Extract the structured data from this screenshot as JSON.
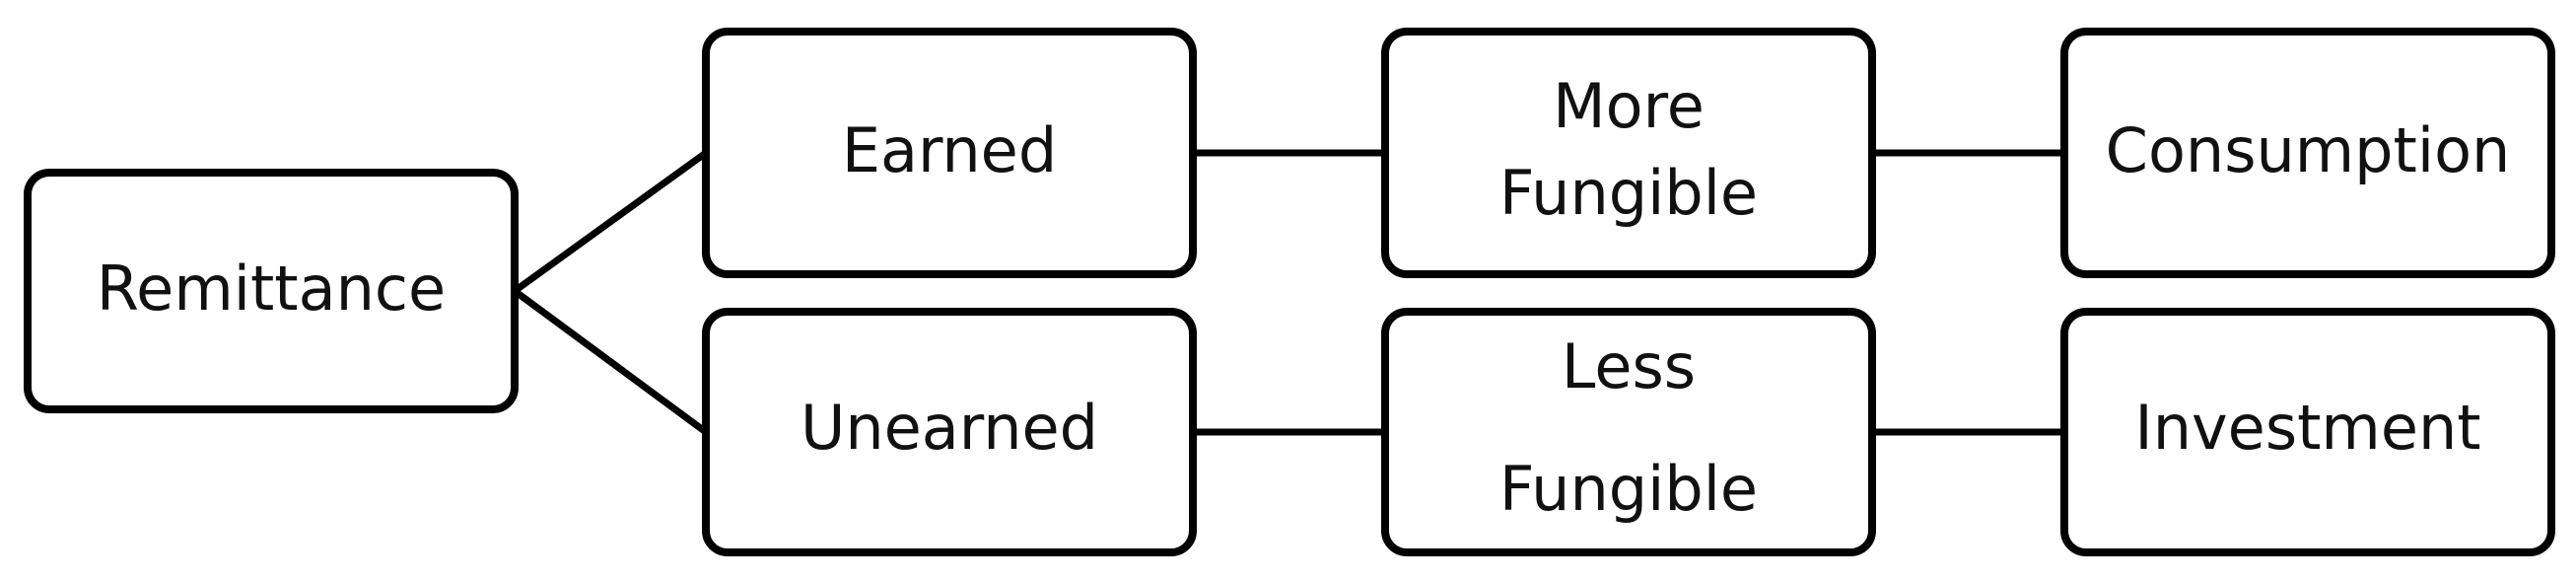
{
  "nodes": {
    "remittance": {
      "lines": [
        "Remittance"
      ]
    },
    "earned": {
      "lines": [
        "Earned"
      ]
    },
    "unearned": {
      "lines": [
        "Unearned"
      ]
    },
    "more_fungible": {
      "lines": [
        "More",
        "Fungible"
      ]
    },
    "less_fungible": {
      "lines": [
        "Less",
        "Fungible"
      ]
    },
    "consumption": {
      "lines": [
        "Consumption"
      ]
    },
    "investment": {
      "lines": [
        "Investment"
      ]
    }
  },
  "edges": [
    {
      "from": "remittance",
      "to": "earned"
    },
    {
      "from": "remittance",
      "to": "unearned"
    },
    {
      "from": "earned",
      "to": "more_fungible"
    },
    {
      "from": "unearned",
      "to": "less_fungible"
    },
    {
      "from": "more_fungible",
      "to": "consumption"
    },
    {
      "from": "less_fungible",
      "to": "investment"
    }
  ],
  "colors": {
    "stroke": "#000000",
    "fill": "#ffffff",
    "text": "#111111"
  }
}
